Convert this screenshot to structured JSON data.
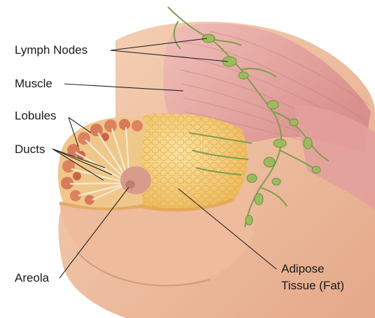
{
  "labels": {
    "lymph_nodes": "Lymph Nodes",
    "muscle": "Muscle",
    "lobules": "Lobules",
    "ducts": "Ducts",
    "areola": "Areola",
    "adipose_line1": "Adipose",
    "adipose_line2": "Tissue (Fat)"
  },
  "colors": {
    "skin": "#f2c5a6",
    "skin_shadow": "#dc9f7e",
    "muscle": "#e6a7a4",
    "fat": "#f4d27a",
    "lobule": "#d9795b",
    "lymph": "#8fae57",
    "areola": "#d89c8a",
    "leader_line": "#222222"
  }
}
